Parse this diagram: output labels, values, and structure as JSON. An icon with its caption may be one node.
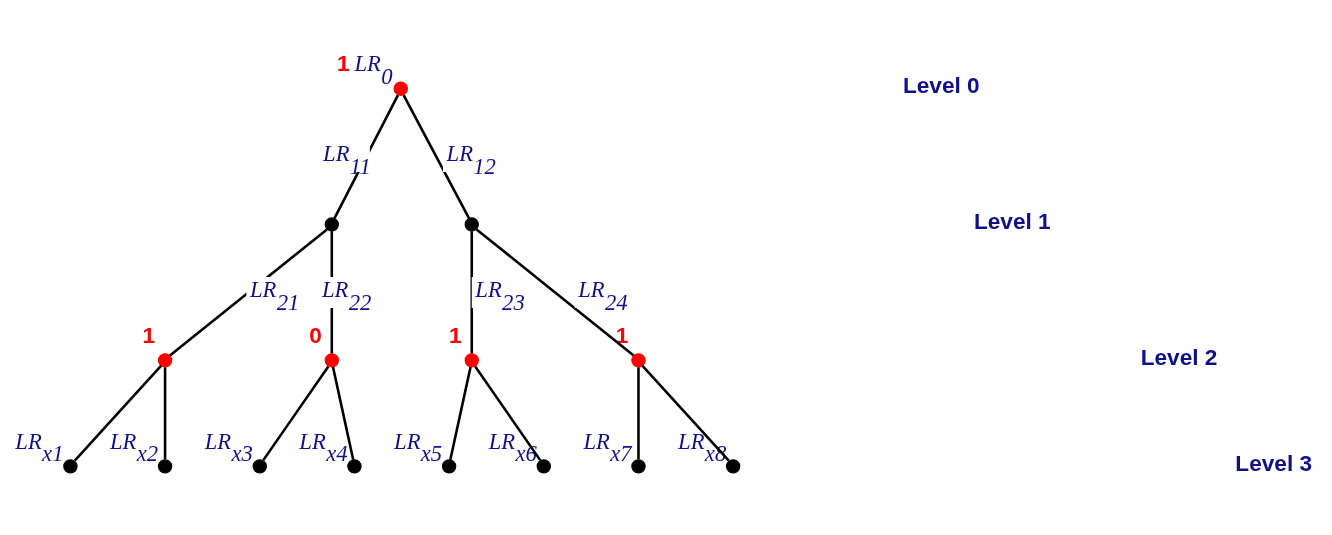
{
  "diagram": {
    "nodes": [
      {
        "text": [],
        "shape": "circle",
        "beside": [
          "1",
          "LR$_{0}$"
        ]
      },
      {
        "text": [],
        "shape": "circle"
      },
      {
        "text": [],
        "shape": "circle"
      },
      {
        "text": [],
        "shape": "circle",
        "beside": [
          "1"
        ]
      },
      {
        "text": [],
        "shape": "circle",
        "beside": [
          "0"
        ]
      },
      {
        "text": [],
        "shape": "circle",
        "beside": [
          "1"
        ]
      },
      {
        "text": [],
        "shape": "circle",
        "beside": [
          "1"
        ]
      },
      {
        "text": [],
        "shape": "circle",
        "beside": [
          "LR$_{x1}$"
        ]
      },
      {
        "text": [],
        "shape": "circle",
        "beside": [
          "LR$_{x2}$"
        ]
      },
      {
        "text": [],
        "shape": "circle",
        "beside": [
          "LR$_{x3}$"
        ]
      },
      {
        "text": [],
        "shape": "circle",
        "beside": [
          "LR$_{x4}$"
        ]
      },
      {
        "text": [],
        "shape": "circle",
        "beside": [
          "LR$_{x5}$"
        ]
      },
      {
        "text": [],
        "shape": "circle",
        "beside": [
          "LR$_{x6}$"
        ]
      },
      {
        "text": [],
        "shape": "circle",
        "beside": [
          "LR$_{x7}$"
        ]
      },
      {
        "text": [],
        "shape": "circle",
        "beside": [
          "LR$_{x8}$"
        ]
      }
    ],
    "edges": [
      {
        "from": 0,
        "to": 1,
        "arrow": "none",
        "label": "LR$_{11}$"
      },
      {
        "from": 0,
        "to": 2,
        "arrow": "none",
        "label": "LR$_{12}$"
      },
      {
        "from": 1,
        "to": 3,
        "arrow": "none",
        "label": "LR$_{21}$"
      },
      {
        "from": 1,
        "to": 4,
        "arrow": "none",
        "label": "LR$_{22}$"
      },
      {
        "from": 2,
        "to": 5,
        "arrow": "none",
        "label": "LR$_{23}$"
      },
      {
        "from": 2,
        "to": 6,
        "arrow": "none",
        "label": "LR$_{24}$"
      },
      {
        "from": 3,
        "to": 7,
        "arrow": "none"
      },
      {
        "from": 3,
        "to": 8,
        "arrow": "none"
      },
      {
        "from": 4,
        "to": 9,
        "arrow": "none"
      },
      {
        "from": 4,
        "to": 10,
        "arrow": "none"
      },
      {
        "from": 5,
        "to": 11,
        "arrow": "none"
      },
      {
        "from": 5,
        "to": 12,
        "arrow": "none"
      },
      {
        "from": 6,
        "to": 13,
        "arrow": "none"
      },
      {
        "from": 6,
        "to": 14,
        "arrow": "none"
      }
    ],
    "labels": [
      "Level 0",
      "Level 1",
      "Level 2",
      "Level 3"
    ]
  }
}
